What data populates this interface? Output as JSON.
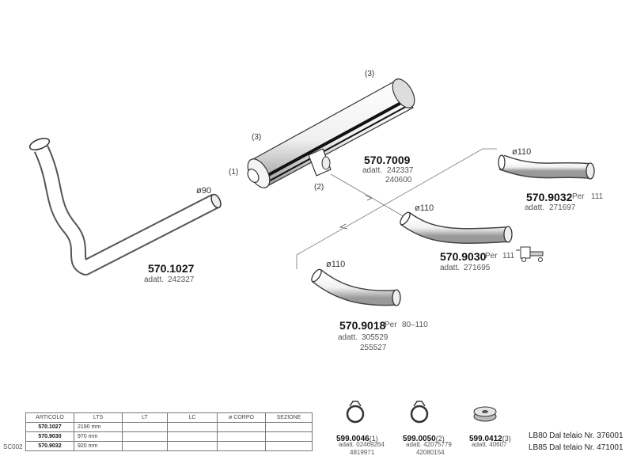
{
  "parts": {
    "downpipe": {
      "code": "570.1027",
      "adapt_label": "adatt.",
      "adapt_refs": [
        "242327"
      ],
      "diameter": "ø90"
    },
    "silencer": {
      "code": "570.7009",
      "adapt_label": "adatt.",
      "adapt_refs": [
        "242337",
        "240600"
      ],
      "callouts": [
        "(1)",
        "(2)",
        "(3)",
        "(3)"
      ]
    },
    "pipe_9032": {
      "code": "570.9032",
      "per_label": "Per",
      "per_value": "111",
      "adapt_label": "adatt.",
      "adapt_refs": [
        "271697"
      ],
      "diameter": "ø110"
    },
    "pipe_9030": {
      "code": "570.9030",
      "per_label": "Per",
      "per_value": "111",
      "adapt_label": "adatt.",
      "adapt_refs": [
        "271695"
      ],
      "diameter": "ø110"
    },
    "pipe_9018": {
      "code": "570.9018",
      "per_label": "Per",
      "per_value": "80–110",
      "adapt_label": "adatt.",
      "adapt_refs": [
        "305529",
        "255527"
      ],
      "diameter": "ø110"
    }
  },
  "table": {
    "side_label": "SC002",
    "headers": [
      "ARTICOLO",
      "LTS",
      "LT",
      "LC",
      "ø CORPO",
      "SEZIONE"
    ],
    "rows": [
      {
        "articolo": "570.1027",
        "lts": "2190 mm"
      },
      {
        "articolo": "570.9030",
        "lts": "970 mm"
      },
      {
        "articolo": "570.9032",
        "lts": "920 mm"
      }
    ]
  },
  "accessories": [
    {
      "code": "599.0046",
      "num": "(1)",
      "refs": [
        "adatt. 02469264",
        "4819971"
      ]
    },
    {
      "code": "599.0050",
      "num": "(2)",
      "refs": [
        "adatt. 42075779",
        "42080154"
      ]
    },
    {
      "code": "599.0412",
      "num": "(3)",
      "refs": [
        "adatt. 40607"
      ]
    }
  ],
  "frame_notes": [
    "LB80 Dal telaio Nr. 376001",
    "LB85 Dal telaio Nr. 471001"
  ]
}
